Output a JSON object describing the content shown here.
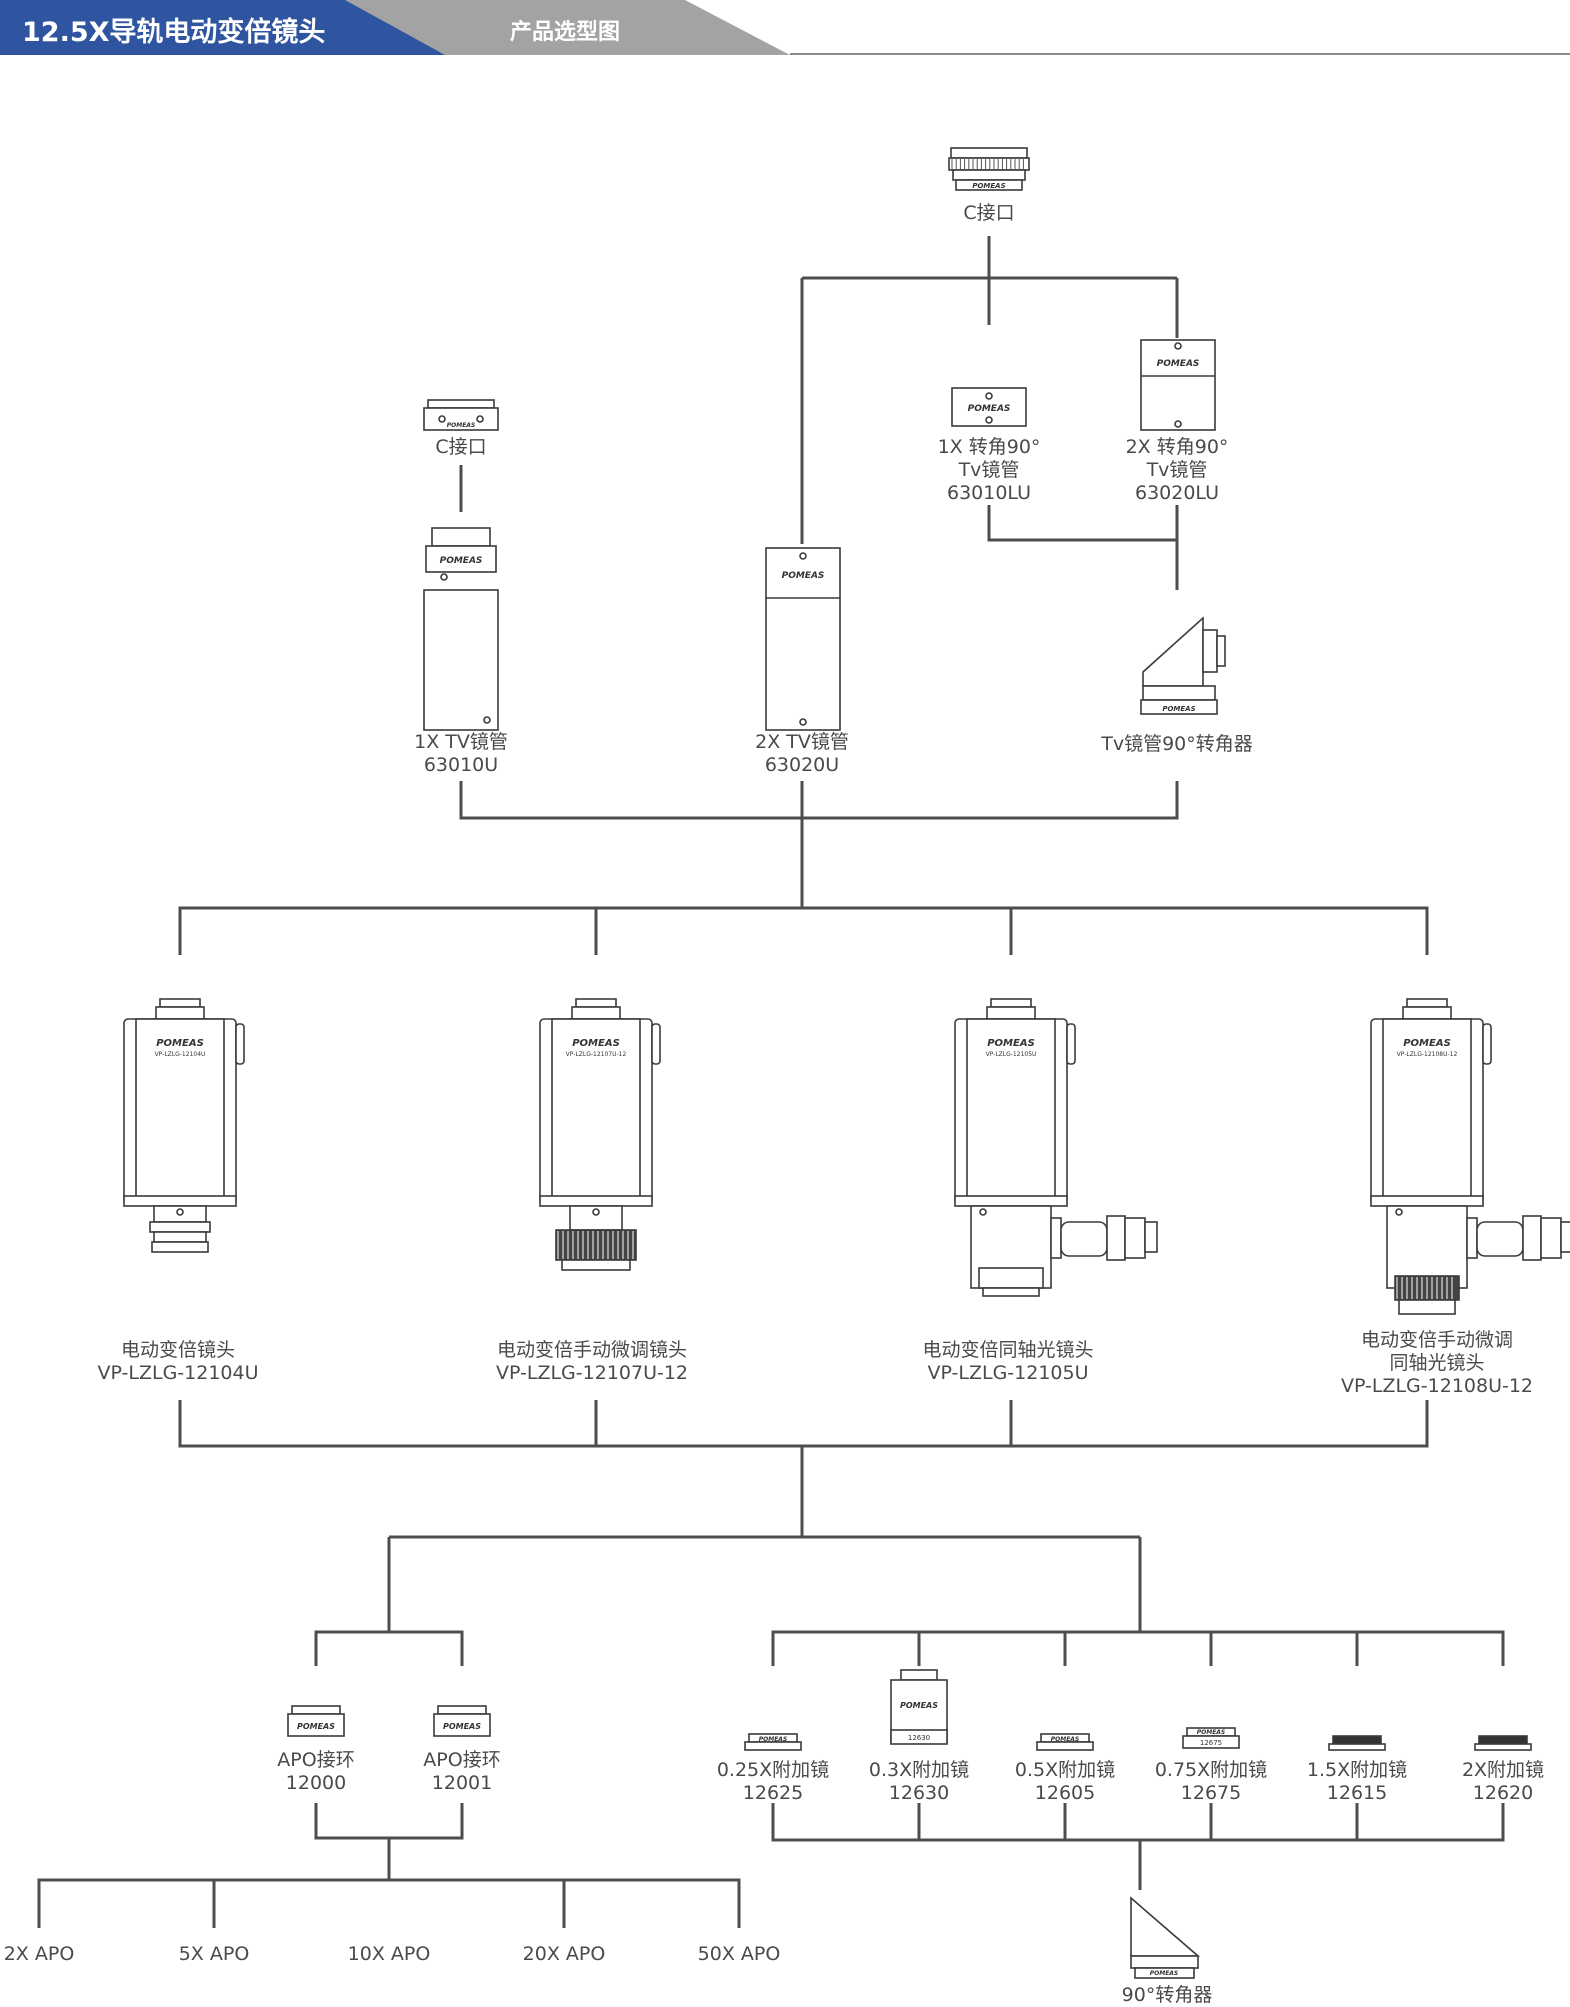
{
  "header": {
    "title": "12.5X导轨电动变倍镜头",
    "subtitle": "产品选型图"
  },
  "colors": {
    "title_bg": "#2f55a1",
    "subtitle_bg": "#a3a3a3",
    "line": "#4d4d4d",
    "text": "#4a4a4a"
  },
  "top_section": {
    "c_mount_top": {
      "label": [
        "C接口"
      ],
      "icon": "c-mount-adapter-icon"
    },
    "tube_1x_90": {
      "label": [
        "1X 转角90°",
        "Tv镜管",
        "63010LU"
      ],
      "icon": "right-angle-tube-icon"
    },
    "tube_2x_90": {
      "label": [
        "2X 转角90°",
        "Tv镜管",
        "63020LU"
      ],
      "icon": "right-angle-tube-2x-icon"
    },
    "c_mount_left": {
      "label": [
        "C接口"
      ],
      "icon": "c-mount-adapter-icon"
    },
    "tube_1x": {
      "label": [
        "1X TV镜管",
        "63010U"
      ],
      "icon": "tv-tube-icon"
    },
    "tube_2x": {
      "label": [
        "2X TV镜管",
        "63020U"
      ],
      "icon": "tv-tube-2x-icon"
    },
    "prism": {
      "label": [
        "Tv镜管90°转角器"
      ],
      "icon": "prism-adapter-icon"
    }
  },
  "lenses": [
    {
      "label": [
        "电动变倍镜头",
        "VP-LZLG-12104U"
      ],
      "model_print": "VP-LZLG-12104U"
    },
    {
      "label": [
        "电动变倍手动微调镜头",
        "VP-LZLG-12107U-12"
      ],
      "model_print": "VP-LZLG-12107U-12"
    },
    {
      "label": [
        "电动变倍同轴光镜头",
        "VP-LZLG-12105U"
      ],
      "model_print": "VP-LZLG-12105U"
    },
    {
      "label": [
        "电动变倍手动微调",
        "同轴光镜头",
        "VP-LZLG-12108U-12"
      ],
      "model_print": "VP-LZLG-12108U-12"
    }
  ],
  "brand": "POMEAS",
  "apo_rings": [
    {
      "label": [
        "APO接环",
        "12000"
      ]
    },
    {
      "label": [
        "APO接环",
        "12001"
      ]
    }
  ],
  "apo_objectives": [
    "2X APO",
    "5X APO",
    "10X APO",
    "20X APO",
    "50X APO"
  ],
  "aux_lenses": [
    {
      "label": [
        "0.25X附加镜",
        "12625"
      ]
    },
    {
      "label": [
        "0.3X附加镜",
        "12630"
      ],
      "print": "12630"
    },
    {
      "label": [
        "0.5X附加镜",
        "12605"
      ]
    },
    {
      "label": [
        "0.75X附加镜",
        "12675"
      ],
      "print": "12675"
    },
    {
      "label": [
        "1.5X附加镜",
        "12615"
      ]
    },
    {
      "label": [
        "2X附加镜",
        "12620"
      ]
    }
  ],
  "bottom_prism": {
    "label": [
      "90°转角器"
    ]
  }
}
